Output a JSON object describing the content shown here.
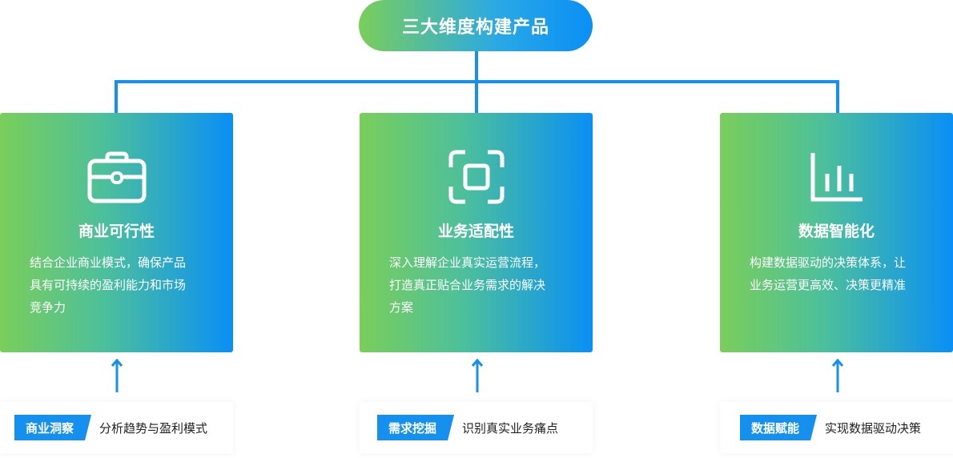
{
  "title": "三大维度构建产品",
  "cards": [
    {
      "heading": "商业可行性",
      "icon": "briefcase-icon",
      "desc_lines": [
        "结合企业商业模式，确保产品",
        "具有可持续的盈利能力和市场",
        "竞争力"
      ]
    },
    {
      "heading": "业务适配性",
      "icon": "focus-scan-icon",
      "desc_lines": [
        "深入理解企业真实运营流程，",
        "打造真正贴合业务需求的解决",
        "方案"
      ]
    },
    {
      "heading": "数据智能化",
      "icon": "bar-chart-icon",
      "desc_lines": [
        "构建数据驱动的决策体系，让",
        "业务运营更高效、决策更精准"
      ]
    }
  ],
  "bottom": [
    {
      "tag": "商业洞察",
      "text": "分析趋势与盈利模式"
    },
    {
      "tag": "需求挖掘",
      "text": "识别真实业务痛点"
    },
    {
      "tag": "数据赋能",
      "text": "实现数据驱动决策"
    }
  ],
  "colors": {
    "gradient_start": "#7ace5a",
    "gradient_end": "#0a8ff5",
    "accent": "#1590ee"
  }
}
